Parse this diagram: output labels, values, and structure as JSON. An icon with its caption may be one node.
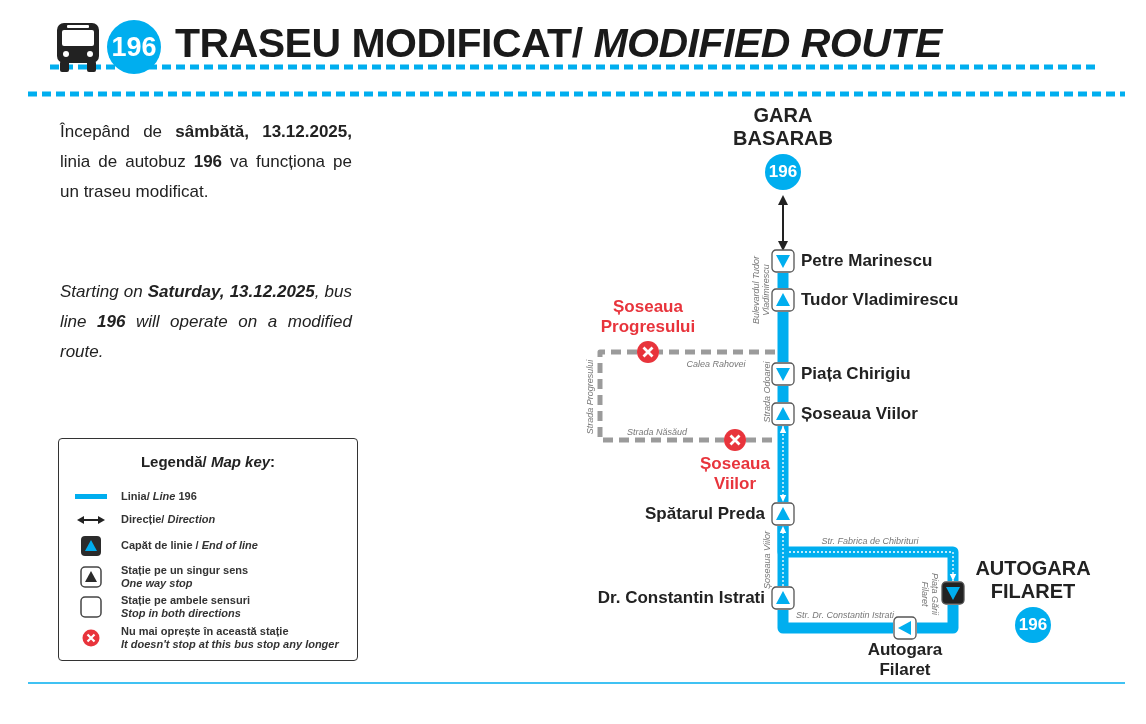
{
  "diagram": {
    "title": "TRASEU MODIFICAT/ *MODIFIED ROUTE*",
    "nodes": [
      {
        "text": [
          "196"
        ]
      },
      {
        "text": [
          "GARA BASARAB",
          "196"
        ]
      },
      {
        "text": [
          "Petre Marinescu"
        ]
      },
      {
        "text": [
          "Tudor Vladimirescu"
        ]
      },
      {
        "text": [
          "Șoseaua Progresului"
        ]
      },
      {
        "text": [
          "Piața Chirigiu"
        ]
      },
      {
        "text": [
          "Șoseaua Viilor"
        ]
      },
      {
        "text": [
          "Șoseaua Viilor"
        ]
      },
      {
        "text": [
          "Spătarul Preda"
        ]
      },
      {
        "text": [
          "AUTOGARA FILARET",
          "196"
        ]
      },
      {
        "text": [
          "Dr. Constantin Istrati"
        ]
      },
      {
        "text": [
          "Autogara Filaret"
        ]
      }
    ],
    "edges": [
      {
        "from": 1,
        "to": 2,
        "arrow": "both",
        "color": "#222222"
      },
      {
        "from": 2,
        "to": 3,
        "arrow": "none"
      },
      {
        "from": 3,
        "to": 5,
        "arrow": "none"
      },
      {
        "from": 5,
        "to": 6,
        "arrow": "none"
      },
      {
        "from": 6,
        "to": 8,
        "arrow": "both"
      },
      {
        "from": 8,
        "to": 9,
        "arrow": "to"
      },
      {
        "from": 9,
        "to": 11,
        "arrow": "none"
      },
      {
        "from": 11,
        "to": 10,
        "arrow": "none"
      },
      {
        "from": 10,
        "to": 8,
        "arrow": "to"
      },
      {
        "from": 3,
        "to": 4,
        "arrow": "none",
        "style": "dashed",
        "color": "#9b9b9b"
      },
      {
        "from": 4,
        "to": 7,
        "arrow": "none",
        "style": "dashed",
        "color": "#9b9b9b"
      },
      {
        "from": 7,
        "to": 6,
        "arrow": "none",
        "style": "dashed",
        "color": "#9b9b9b"
      }
    ],
    "labels": [
      "Începând de **sâmbătă, 13.12.2025,** linia de autobuz **196** va funcționa pe un traseu modificat.",
      "Starting on **Saturday, 13.12.2025**, bus line **196** will operate on a modified route.",
      "Legendă/ *Map key*:",
      "Bulevardul Tudor Vladimirescu",
      "Calea Rahovei",
      "Strada Progresului",
      "Strada Odoarei",
      "Strada Năsăud",
      "Str. Fabrica de Chibrituri",
      "Șoseaua Viilor",
      "Piața Gării Filaret",
      "Str. Dr. Constantin Istrati"
    ],
    "legend": [
      {
        "text": "Linia/ *Line* 196",
        "color": "#00aeef"
      },
      {
        "text": "Direcție/ *Direction*"
      },
      {
        "text": "Capăt de linie / *End of line*"
      },
      {
        "text": "Stație pe un singur sens *One way stop*"
      },
      {
        "text": "Stație pe ambele sensuri *Stop in both directions*"
      },
      {
        "text": "Nu mai oprește în această stație *It doesn't stop at this bus stop any longer*"
      }
    ]
  }
}
